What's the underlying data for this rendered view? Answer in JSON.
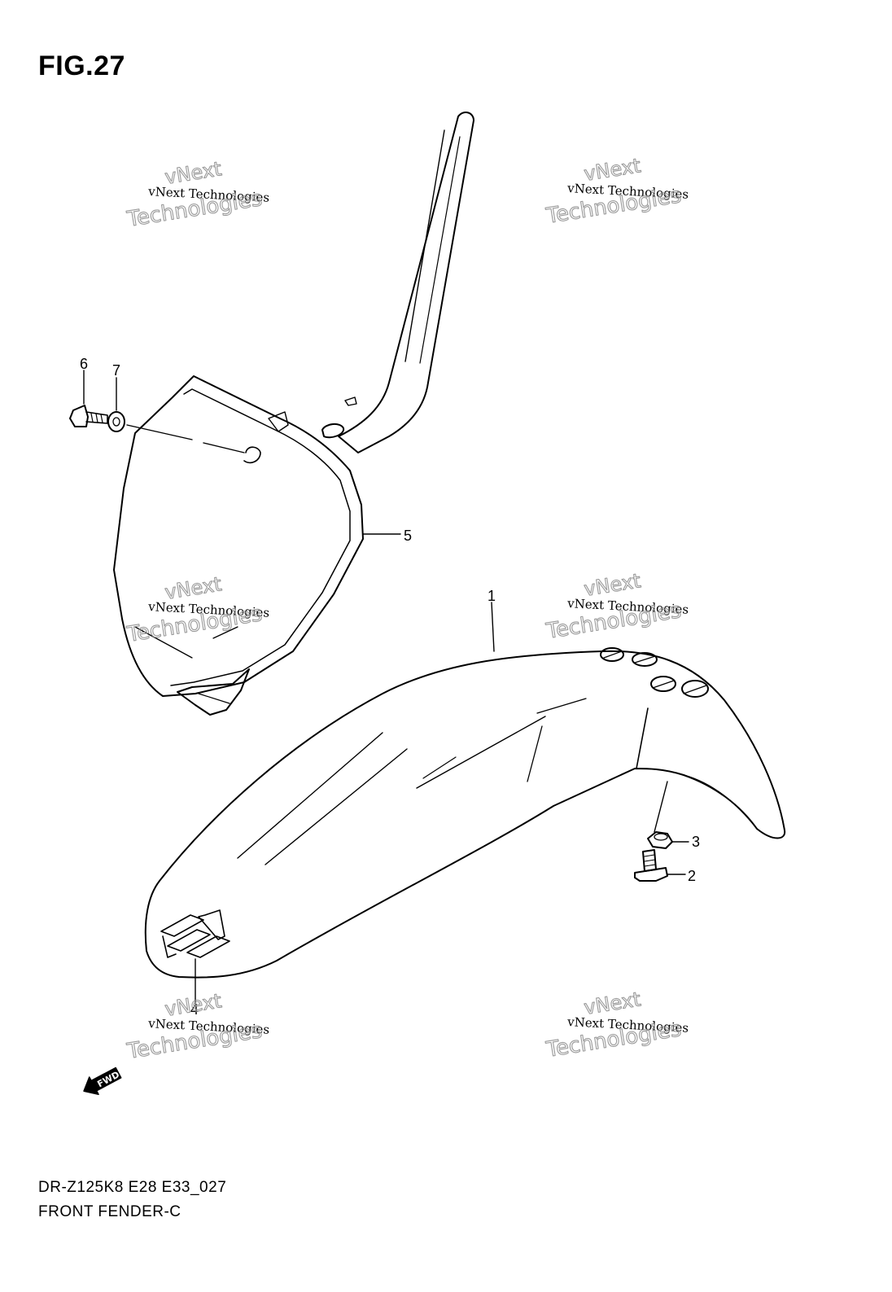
{
  "figure": {
    "title": "FIG.27"
  },
  "callouts": {
    "c1": "1",
    "c2": "2",
    "c3": "3",
    "c4": "4",
    "c5": "5",
    "c6": "6",
    "c7": "7"
  },
  "watermark": {
    "line_small": "vNext Technologies",
    "line_top": "vNext",
    "line_big": "Technologies"
  },
  "direction_label": "FWD",
  "footer": {
    "model_code": "DR-Z125K8 E28 E33_027",
    "section_name": "FRONT FENDER-C"
  }
}
